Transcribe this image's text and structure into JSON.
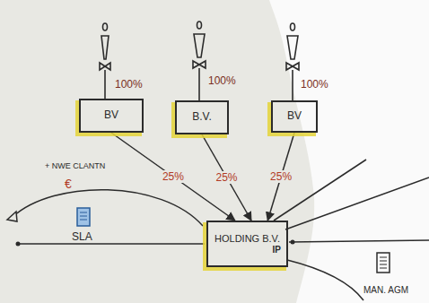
{
  "diagram": {
    "nodes": [
      {
        "text": [
          "BV"
        ]
      },
      {
        "text": [
          "B.V."
        ]
      },
      {
        "text": [
          "BV"
        ]
      },
      {
        "text": [
          "HOLDING B.V.",
          "IP"
        ]
      }
    ],
    "edges": [
      {
        "from": 0,
        "to": 3,
        "arrow": "to",
        "label": "25%"
      },
      {
        "from": 1,
        "to": 3,
        "arrow": "to",
        "label": "25%"
      },
      {
        "from": 2,
        "to": 3,
        "arrow": "to",
        "label": "25%"
      }
    ],
    "labels": [
      "100%",
      "100%",
      "100%",
      "+ NWE CLANTN",
      "€",
      "SLA",
      "MAN. AGM"
    ]
  }
}
